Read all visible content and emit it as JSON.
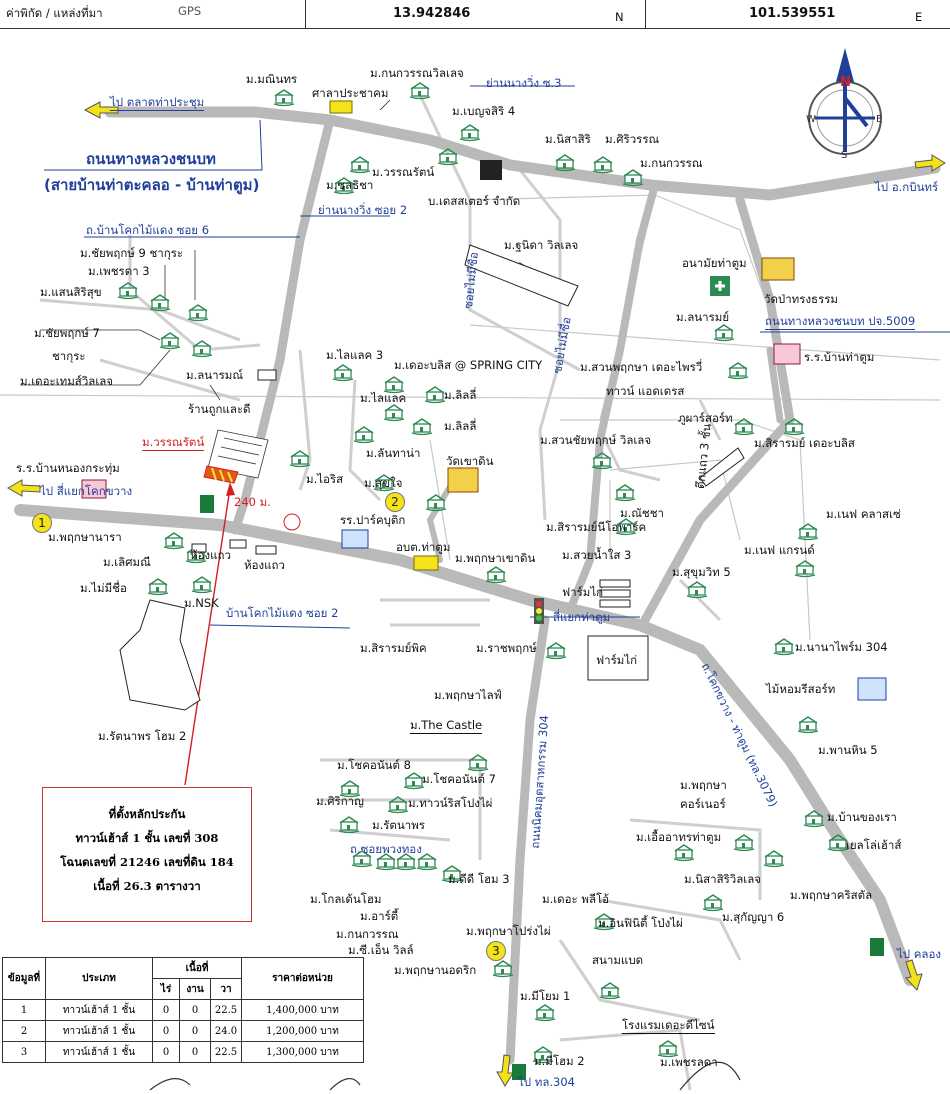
{
  "header": {
    "coord_label": "ค่าพิกัด / แหล่งที่มา",
    "source": "GPS",
    "lat": "13.942846",
    "lat_suffix": "N",
    "lon": "101.539551",
    "lon_suffix": "E"
  },
  "compass": {
    "n": "N",
    "s": "S",
    "e": "E",
    "w": "W"
  },
  "roads": {
    "to_market": "ไป  ตลาดท่าประชุม",
    "rural_road": "ถนนทางหลวงชนบท",
    "rural_road_sub": "(สายบ้านท่าตะคลอ - บ้านท่าตูม)",
    "to_kabin": "ไป อ.กบินทร์",
    "yan_nangwing3": "ย่านนางวิ่ง ซ.3",
    "yan_nangwing2": "ย่านนางวิ่ง ซอย 2",
    "khok_soi6": "ถ.บ้านโคกไม้แดง ซอย 6",
    "khok_soi2": "บ้านโคกไม้แดง ซอย 2",
    "to_khokkhwang": "ไป สี่แยกโคกขวาง",
    "junction_thatum": "สี่แยกท่าตูม",
    "soi_no_name_1": "ซอยไม่มีชื่อ",
    "soi_no_name_2": "ซอยไม่มีชื่อ",
    "road_5009": "ถนนทางหลวงชนบท ปจ.5009",
    "road_3079": "ถ.โคกขวาง - ท่าตูม (ทล.3079)",
    "road_304": "ถนนนิคมอุตสาหกรรม 304",
    "soi_phuangthong": "ถ.ซอยพวงทอง",
    "to_304": "ไป ทล.304",
    "to_khlong": "ไป คลอง",
    "dist": "240 ม."
  },
  "places": {
    "maninthon": "ม.มณินทร",
    "kanonwan_village": "ม.กนกวรรณวิลเลจ",
    "sala": "ศาลาประชาคม",
    "benjasiri4": "ม.เบญจสิริ 4",
    "nisasiri": "ม.นิสาสิริ",
    "siriwan": "ม.ศิริวรรณ",
    "kanokwan": "ม.กนกวรรณ",
    "chonthicha": "ม.ชลธิชา",
    "wannarat": "ม.วรรณรัตน์",
    "desaster": "บ.เดสสเตอร์ จำกัด",
    "chaiyapruk9": "ม.ชัยพฤกษ์ 9 ชากุระ",
    "phetcharada3": "ม.เพชรดา 3",
    "saensirisuk": "ม.แสนสิริสุข",
    "chaiyapruk7": "ม.ชัยพฤกษ์ 7",
    "sakura": "ชากุระ",
    "theme_sweet": "ม.เดอะเทมส์วิลเลจ",
    "lanarom": "ม.ลนารมณ์",
    "shop": "ร้านถูกและดี",
    "wannarat_site": "ม.วรรณรัตน์",
    "school_nong": "ร.ร.บ้านหนองกระทุ่ม",
    "phruksa_nara": "ม.พฤกษานารา",
    "loetsamanee": "ม.เลิศมณี",
    "mai_mee_chue": "ม.ไม่มีชื่อ",
    "nsk": "ม.NSK",
    "hongthaeo1": "ห้องแถว",
    "hongthaeo2": "ห้องแถว",
    "rattanaporn_home": "ม.รัตนาพร โฮม 2",
    "sunida": "ม.ฐนิดา วิลเลจ",
    "anamai": "อนามัยท่าตูม",
    "wat_pa": "วัดป่าทรงธรรม",
    "lanarom2": "ม.ลนารมย์",
    "school_thatum": "ร.ร.บ้านท่าตูม",
    "lailack3": "ม.ไลแลค 3",
    "bliss_spring": "ม.เดอะบลิส @ SPRING CITY",
    "suan_pruksa": "ม.สวนพฤกษา เดอะไพรวี่",
    "town_address": "ทาวน์ แอดเดรส",
    "lailack": "ม.ไลแลค",
    "lily1": "ม.ลิลลี่",
    "lily2": "ม.ลิลลี่",
    "phuphari": "ภูผาร์สอร์ท",
    "siramya_bliss": "ม.สิรารมย์ เดอะบลิส",
    "lanthana": "ม.ลันทาน่า",
    "wat_khaodin": "วัดเขาดิน",
    "suan_chaiya": "ม.สวนชัยพฤกษ์ วิลเลจ",
    "townhouse3": "ตึกแถว 3 ชั้น",
    "iris": "ม.ไอริส",
    "sukchai": "ม.สุขใจ",
    "chanacha": "ม.ณัชชา",
    "siramya_ivory": "ม.สิรารมย์นีโอพาร์ค",
    "suay_nam_sai3": "ม.สวยน้ำใส 3",
    "nef_classy": "ม.เนฟ คลาสเซ่",
    "nef_grand": "ม.เนฟ แกรนด์",
    "school_park": "รร.ปาร์คบุติก",
    "obt": "อบต.ท่าตูม",
    "phruksa_khaodin": "ม.พฤกษาเขาดิน",
    "sukhumvit5": "ม.สุขุมวิท 5",
    "farm1": "ฟาร์มไก่",
    "farm2": "ฟาร์มไก่",
    "siramya_pik": "ม.สิรารมย์พิค",
    "rachapruk": "ม.ราชพฤกษ์",
    "nanaprom": "ม.นานาไพร์ม 304",
    "phruksa_life": "ม.พฤกษาไลฟ์",
    "mai_hom": "ไม้หอมรีสอร์ท",
    "castle": "ม.The Castle",
    "phanhin5": "ม.พานหิน 5",
    "chokanan8": "ม.โชคอนันต์ 8",
    "chokanan7": "ม.โชคอนันต์ 7",
    "siriyan": "ม.ศิริกาญ",
    "town_rising": "ม.ทาวน์ริสโปงไผ่",
    "phruksa_corner1": "ม.พฤกษา",
    "phruksa_corner2": "คอร์เนอร์",
    "ban_chong": "ม.บ้านของเรา",
    "rattanaporn": "ม.รัตนาพร",
    "ue_athorn": "ม.เอื้ออาทรท่าตูม",
    "yellow_house": "เยลโล่เฮ้าส์",
    "deedee_home3": "ม.ดีดี โฮม 3",
    "nisasiri_village": "ม.นิสาสิริวิลเลจ",
    "golden_home": "ม.โกลเด้นโฮม",
    "arti": "ม.อาร์ตี้",
    "kanokwan2": "ม.กนกวรรณ",
    "ct_villa": "ม.ซี.เอ็น วิลล์",
    "the_pleo": "ม.เดอะ พลีโอ้",
    "infinity": "ม.อินฟินิตี้ โป่งไผ่",
    "sukanya6": "ม.สุกัญญา 6",
    "phruksa_christal": "ม.พฤกษาคริสตัล",
    "phruksa_pongphai": "ม.พฤกษาโปร่งไผ่",
    "badminton": "สนามแบด",
    "phruksa_odrik": "ม.พฤกษานอดริก",
    "mee_yom1": "ม.มีโยม 1",
    "hotel_design": "โรงแรมเดอะดีไซน์",
    "mee_home2": "ม.มีโฮม 2",
    "phetcharat": "ม.เพชรลดา"
  },
  "markers": [
    "1",
    "2",
    "3"
  ],
  "note": {
    "line1": "ที่ตั้งหลักประกัน",
    "line2": "ทาวน์เฮ้าส์ 1 ชั้น เลขที่ 308",
    "line3": "โฉนดเลขที่ 21246 เลขที่ดิน 184",
    "line4": "เนื้อที่ 26.3 ตารางวา"
  },
  "price_table": {
    "headers": {
      "no": "ข้อมูลที่",
      "type": "ประเภท",
      "area": "เนื้อที่",
      "rai": "ไร่",
      "ngan": "งาน",
      "wa": "วา",
      "price": "ราคาต่อหน่วย"
    },
    "rows": [
      {
        "no": "1",
        "type": "ทาวน์เฮ้าส์ 1 ชั้น",
        "rai": "0",
        "ngan": "0",
        "wa": "22.5",
        "price": "1,400,000 บาท"
      },
      {
        "no": "2",
        "type": "ทาวน์เฮ้าส์ 1 ชั้น",
        "rai": "0",
        "ngan": "0",
        "wa": "24.0",
        "price": "1,200,000 บาท"
      },
      {
        "no": "3",
        "type": "ทาวน์เฮ้าส์ 1 ชั้น",
        "rai": "0",
        "ngan": "0",
        "wa": "22.5",
        "price": "1,300,000 บาท"
      }
    ]
  },
  "colors": {
    "road": "#b9b9b9",
    "label_blue": "#1f3f99",
    "house_green": "#2e8a53",
    "arrow_yellow": "#f2e21a",
    "site_red": "#d22020"
  }
}
